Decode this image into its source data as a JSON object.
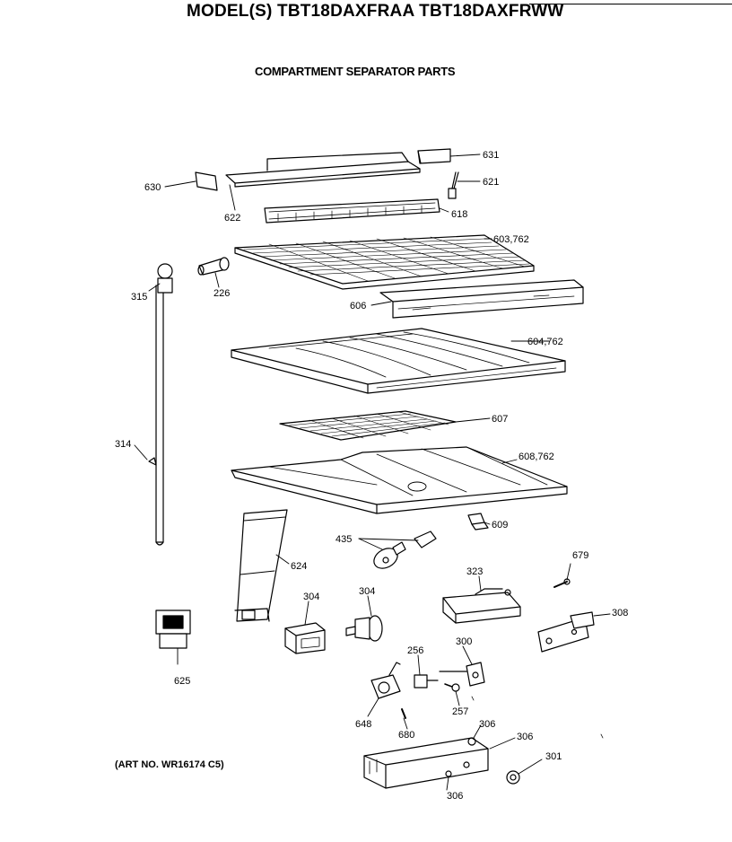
{
  "header": {
    "title": "MODEL(S) TBT18DAXFRAA  TBT18DAXFRWW",
    "subtitle": "COMPARTMENT SEPARATOR PARTS"
  },
  "footer": {
    "art_no": "(ART NO. WR16174 C5)"
  },
  "parts": {
    "p630": "630",
    "p622": "622",
    "p631": "631",
    "p621": "621",
    "p618": "618",
    "p603": "603,762",
    "p315": "315",
    "p226": "226",
    "p606": "606",
    "p604": "604,762",
    "p607": "607",
    "p314": "314",
    "p608": "608,762",
    "p609": "609",
    "p435": "435",
    "p624": "624",
    "p679": "679",
    "p323": "323",
    "p304a": "304",
    "p304b": "304",
    "p308": "308",
    "p625": "625",
    "p256": "256",
    "p300": "300",
    "p648": "648",
    "p257": "257",
    "p306a": "306",
    "p306b": "306",
    "p306c": "306",
    "p680": "680",
    "p301": "301"
  }
}
